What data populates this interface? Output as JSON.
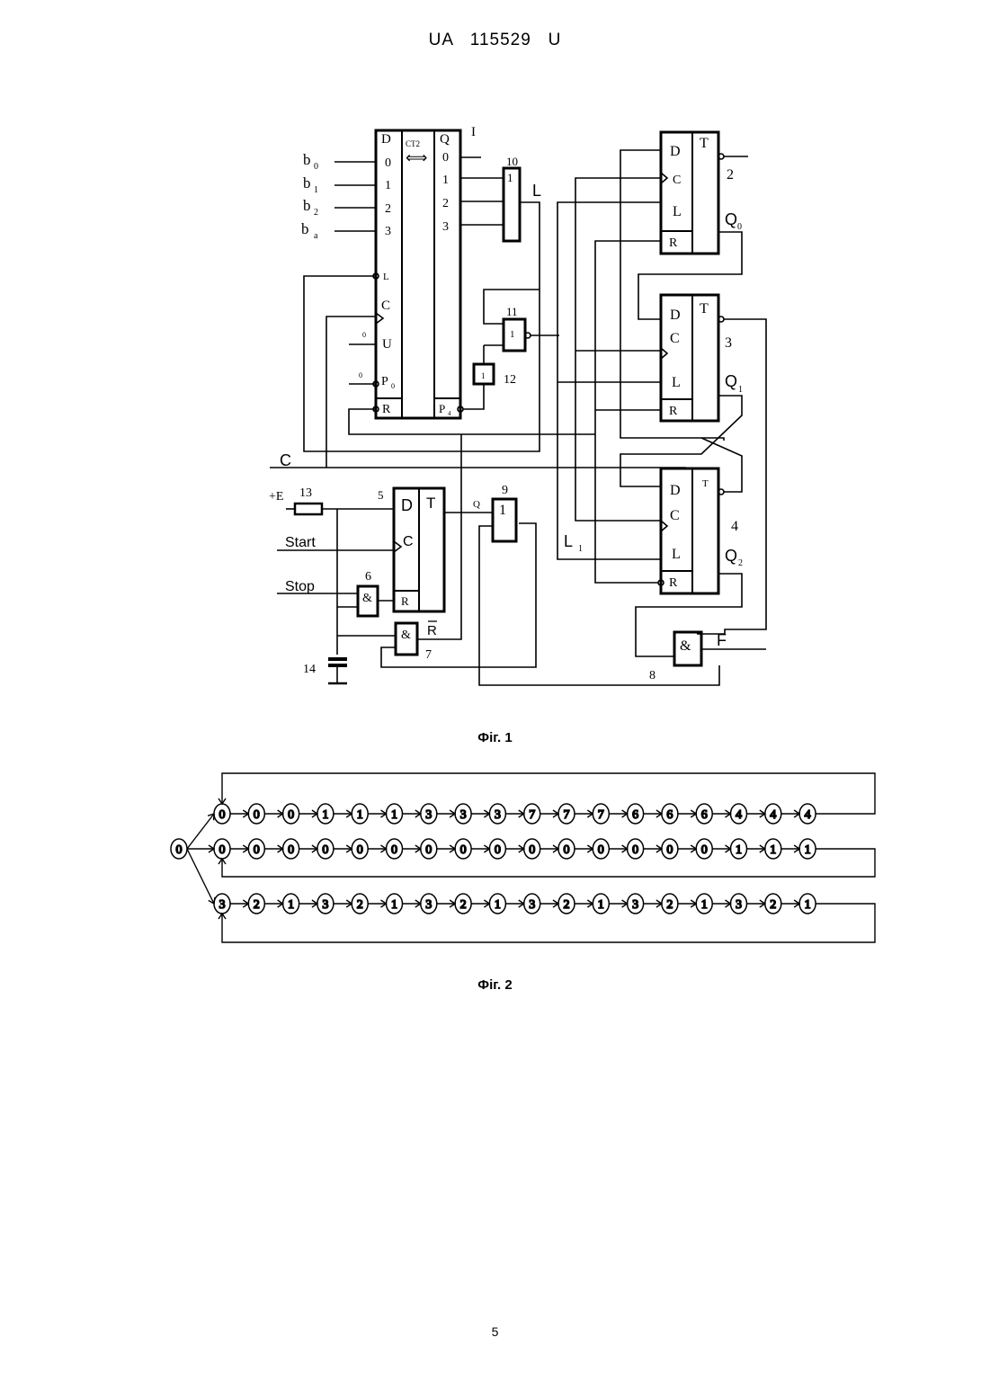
{
  "header": {
    "doc_code": "UA   115529   U"
  },
  "figure1": {
    "caption": "Фіг. 1",
    "inputs": {
      "b0": "b",
      "b0_sub": "0",
      "b1": "b",
      "b1_sub": "1",
      "b2": "b",
      "b2_sub": "2",
      "b3": "b",
      "b3_sub": "a"
    },
    "signals": {
      "C": "C",
      "plusE": "+E",
      "start": "Start",
      "stop": "Stop",
      "L": "L",
      "L1": "L",
      "L1_sub": "1",
      "F": "F",
      "Q": "Q",
      "Rbar": "R"
    },
    "counter": {
      "number": "I",
      "type": "CT2",
      "arrow": "⟺",
      "left_pins": [
        "D",
        "0",
        "1",
        "2",
        "3",
        "L",
        "C",
        "U",
        "P",
        "R"
      ],
      "p0_sub": "0",
      "right_pins": [
        "Q",
        "0",
        "1",
        "2",
        "3",
        "P"
      ],
      "p4_sub": "4",
      "u_bias": "0",
      "p0_bias": "0"
    },
    "gates": {
      "g10": {
        "number": "10",
        "sym": "1"
      },
      "g11": {
        "number": "11",
        "sym": "1"
      },
      "g12": {
        "number": "12",
        "sym": "1"
      },
      "g9": {
        "number": "9",
        "sym": "1"
      },
      "g6": {
        "number": "6",
        "sym": "&"
      },
      "g7": {
        "number": "7",
        "sym": "&"
      },
      "g8": {
        "number": "8",
        "sym": "&"
      }
    },
    "flipflops": {
      "ff2": {
        "number": "2",
        "pins": [
          "D",
          "C",
          "L",
          "R"
        ],
        "t": "T",
        "out": "Q",
        "out_sub": "0"
      },
      "ff3": {
        "number": "3",
        "pins": [
          "D",
          "C",
          "L",
          "R"
        ],
        "t": "T",
        "out": "Q",
        "out_sub": "1"
      },
      "ff4": {
        "number": "4",
        "pins": [
          "D",
          "C",
          "L",
          "R"
        ],
        "t": "T",
        "out": "Q",
        "out_sub": "2"
      },
      "ff5": {
        "number": "5",
        "pins": [
          "D",
          "C",
          "R"
        ],
        "t": "T"
      }
    },
    "parts": {
      "r13": "13",
      "c14": "14"
    }
  },
  "figure2": {
    "caption": "Фіг. 2",
    "start_state": "0",
    "rows": [
      [
        "0",
        "0",
        "0",
        "1",
        "1",
        "1",
        "3",
        "3",
        "3",
        "7",
        "7",
        "7",
        "6",
        "6",
        "6",
        "4",
        "4",
        "4"
      ],
      [
        "0",
        "0",
        "0",
        "0",
        "0",
        "0",
        "0",
        "0",
        "0",
        "0",
        "0",
        "0",
        "0",
        "0",
        "0",
        "1",
        "1",
        "1"
      ],
      [
        "3",
        "2",
        "1",
        "3",
        "2",
        "1",
        "3",
        "2",
        "1",
        "3",
        "2",
        "1",
        "3",
        "2",
        "1",
        "3",
        "2",
        "1"
      ]
    ]
  },
  "footer": {
    "page_number": "5"
  }
}
